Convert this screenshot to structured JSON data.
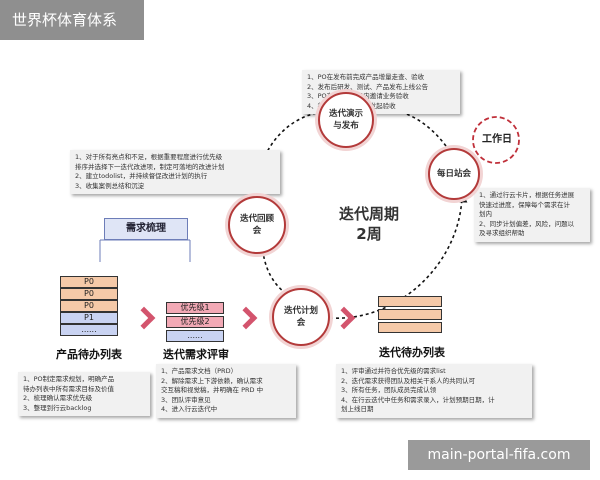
{
  "title": "世界杯体育体系",
  "watermark": "main-portal-fifa.com",
  "cycle": {
    "center_line1": "迭代周期",
    "center_line2": "2周"
  },
  "circles": {
    "demo": {
      "line1": "迭代演示",
      "line2": "与发布"
    },
    "review": {
      "line1": "迭代回顾",
      "line2": "会"
    },
    "plan": {
      "line1": "迭代计划",
      "line2": "会"
    },
    "daily": {
      "line1": "每日站会",
      "line2": ""
    }
  },
  "work_day": "工作日",
  "demand": "需求梳理",
  "product_backlog": {
    "label": "产品待办列表",
    "items": [
      "P0",
      "P0",
      "P0",
      "P1",
      "......"
    ]
  },
  "demand_review": {
    "label": "迭代需求评审",
    "items": [
      "优先级1",
      "优先级2",
      "......"
    ]
  },
  "iteration_backlog": {
    "label": "迭代待办列表"
  },
  "notes": {
    "demo": [
      "1、PO在发布前完成产品增量走查、验收",
      "2、发布后研发、测试、产品发布上线公告",
      "3、PO在1个工作日内邀请业务验收",
      "4、行云空间内对需求发起验收"
    ],
    "review": [
      "1、对于所有亮点和不足，根据重要程度进行优先级",
      "排序并选择下一迭代改进项，制定可落地的改进计划",
      "2、建立todolist，并持续督促改进计划的执行",
      "3、收集案例总结和沉淀"
    ],
    "daily": [
      "1、通过行云卡片，根据任务进展",
      "快速过进度，保障每个需求在计",
      "划内",
      "2、同步计划偏差，风险，问题以",
      "及寻求组织帮助"
    ],
    "product": [
      "1、PO制定需求规划，明确产品",
      "待办列表中所有需求目标及价值",
      "2、梳理确认需求优先级",
      "3、整理到行云backlog"
    ],
    "demand_review": [
      "1、产品需求文档（PRD）",
      "2、解除需求上下游依赖，确认需求",
      "交互稿和视觉稿，并明确在 PRD 中",
      "3、团队评审意见",
      "4、进入行云迭代中"
    ],
    "plan": [
      "1、评审通过并符合优先级的需求list",
      "2、迭代需求获得团队及相关干系人的共同认可",
      "3、所有任务，团队成员完成认领",
      "4、在行云迭代中任务和需求录入，计划预期日期，计",
      "划上线日期"
    ]
  }
}
